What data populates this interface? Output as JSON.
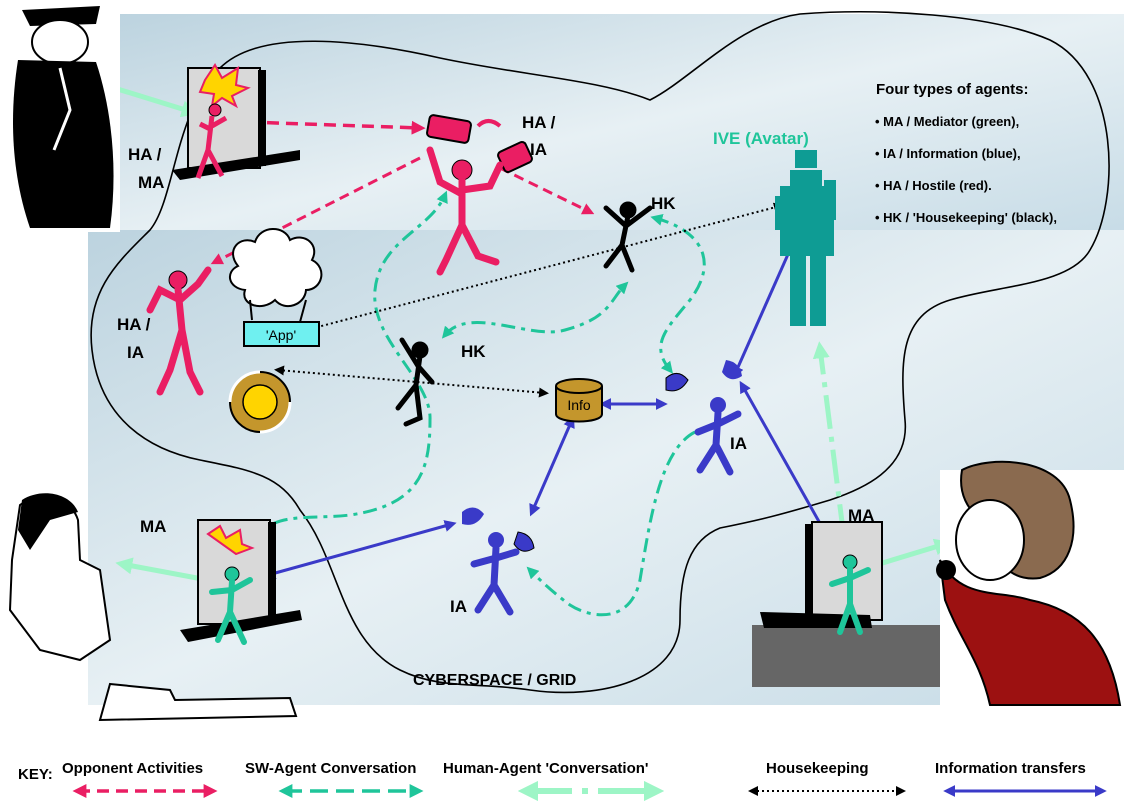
{
  "diagram": {
    "cyberspace_label": "CYBERSPACE / GRID",
    "legend_title": "Four types of agents:",
    "legend_items": [
      "• MA / Mediator (green),",
      "• IA / Information (blue),",
      "• HA / Hostile (red).",
      "• HK / 'Housekeeping' (black),"
    ],
    "avatar_label": "IVE (Avatar)",
    "node_labels": {
      "ha_ma_line1": "HA /",
      "ha_ma_line2": "MA",
      "ha_ia_top_line1": "HA /",
      "ha_ia_top_line2": "IA",
      "ha_ia_left_line1": "HA /",
      "ha_ia_left_line2": "IA",
      "hk_top": "HK",
      "hk_mid": "HK",
      "ia_right": "IA",
      "ia_bottom": "IA",
      "ma_left": "MA",
      "ma_right": "MA"
    },
    "app_label": "'App'",
    "info_label": "Info",
    "colors": {
      "hostile": "#ea1e63",
      "sw_agent": "#1fc59a",
      "human_agent": "#9df5c6",
      "housekeeping": "#000000",
      "information": "#3a3ac8",
      "avatar": "#0e9c94",
      "cyberspace_bg": "#c9dde6"
    }
  },
  "key": {
    "prefix": "KEY:",
    "items": [
      {
        "label": "Opponent Activities"
      },
      {
        "label": "SW-Agent Conversation"
      },
      {
        "label": "Human-Agent 'Conversation'"
      },
      {
        "label": "Housekeeping"
      },
      {
        "label": "Information transfers"
      }
    ]
  }
}
